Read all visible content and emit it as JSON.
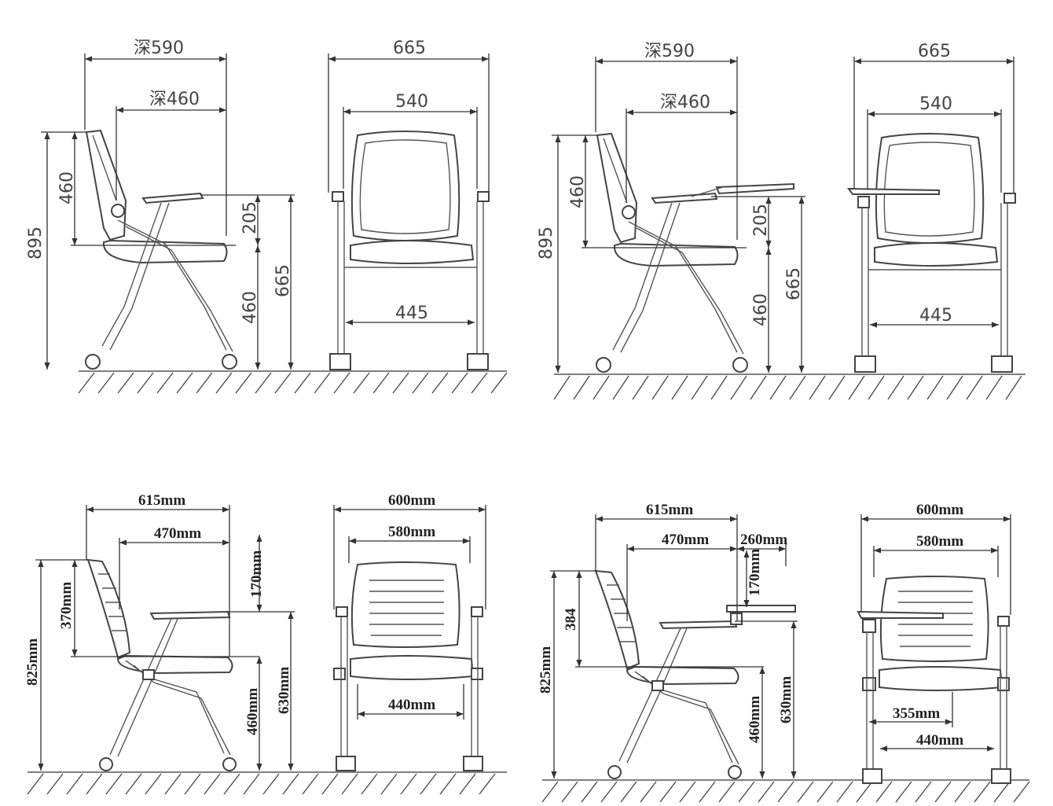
{
  "panels": {
    "top_left": {
      "side": {
        "overall_depth": "深590",
        "seat_depth": "深460",
        "total_height": "895",
        "back_height": "460",
        "arm_height": "205",
        "seat_height": "460",
        "arm_top_height": "665"
      },
      "front": {
        "overall_width": "665",
        "back_width": "540",
        "seat_width": "445"
      }
    },
    "top_right": {
      "side": {
        "overall_depth": "深590",
        "seat_depth": "深460",
        "total_height": "895",
        "back_height": "460",
        "arm_height": "205",
        "seat_height": "460",
        "arm_top_height": "665"
      },
      "front": {
        "overall_width": "665",
        "back_width": "540",
        "seat_width": "445"
      }
    },
    "bottom_left": {
      "side": {
        "overall_depth": "615mm",
        "seat_depth": "470mm",
        "total_height": "825mm",
        "back_height": "370mm",
        "arm_height": "170mm",
        "seat_height": "460mm",
        "arm_top_height": "630mm"
      },
      "front": {
        "overall_width": "600mm",
        "back_width": "580mm",
        "seat_width": "440mm"
      }
    },
    "bottom_right": {
      "side": {
        "overall_depth": "615mm",
        "seat_depth": "470mm",
        "tablet_depth": "260mm",
        "total_height": "825mm",
        "back_height": "384",
        "arm_height": "170mm",
        "seat_height": "460mm",
        "arm_top_height": "630mm"
      },
      "front": {
        "overall_width": "600mm",
        "back_width": "580mm",
        "seat_width": "440mm",
        "tablet_offset": "355mm"
      }
    }
  }
}
